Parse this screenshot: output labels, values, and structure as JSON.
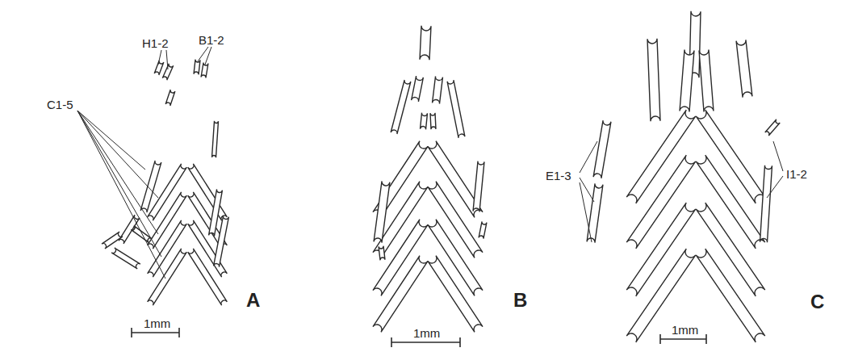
{
  "diagram": {
    "labels": [
      "H1-2",
      "B1-2",
      "C1-5",
      "E1-3",
      "I1-2",
      "A",
      "B",
      "C",
      "1mm",
      "1mm",
      "1mm"
    ]
  }
}
